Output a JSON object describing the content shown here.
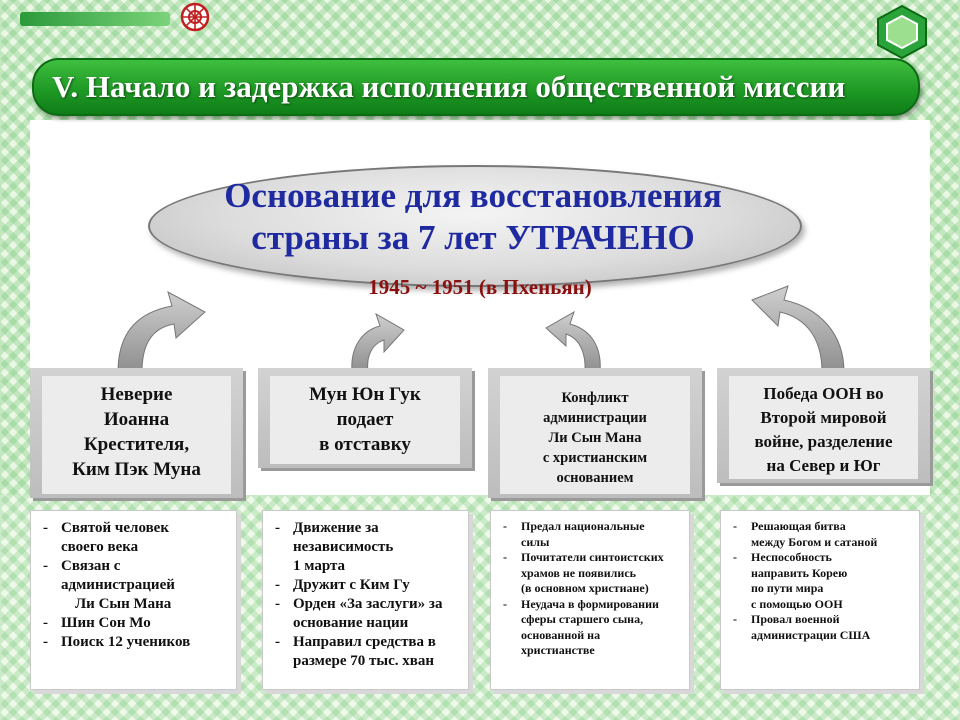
{
  "header": {
    "title": "V. Начало и задержка исполнения общественной миссии"
  },
  "main": {
    "line1": "Основание для восстановления",
    "line2": "страны за 7 лет УТРАЧЕНО",
    "years": "1945 ~ 1951 (в Пхеньян)"
  },
  "causes": [
    {
      "lines": [
        "Неверие",
        "Иоанна",
        "Крестителя,",
        "Ким Пэк Муна"
      ]
    },
    {
      "lines": [
        "Мун Юн Гук",
        "подает",
        "в отставку"
      ]
    },
    {
      "lines": [
        "Конфликт",
        "администрации",
        "Ли Сын Мана",
        "с христианским",
        "основанием"
      ]
    },
    {
      "lines": [
        "Победа ООН во",
        "Второй мировой",
        "войне, разделение",
        "на Север  и Юг"
      ]
    }
  ],
  "details": [
    {
      "items": [
        [
          "Святой человек",
          "своего века"
        ],
        [
          "Связан с",
          "администрацией",
          "Ли Сын Мана"
        ],
        [
          "Шин Сон Мо"
        ],
        [
          "Поиск 12 учеников"
        ]
      ]
    },
    {
      "items": [
        [
          "Движение за",
          "независимость",
          "1 марта"
        ],
        [
          "Дружит с Ким Гу"
        ],
        [
          "Орден «За заслуги» за",
          "основание нации"
        ],
        [
          "Направил средства в",
          "размере 70 тыс. хван"
        ]
      ]
    },
    {
      "items": [
        [
          "Предал национальные",
          "силы"
        ],
        [
          "Почитатели синтоистских",
          "храмов не появились",
          "(в основном христиане)"
        ],
        [
          "Неудача в формировании",
          "сферы старшего сына,",
          "основанной на",
          "христианстве"
        ]
      ]
    },
    {
      "items": [
        [
          "Решающая битва",
          "между Богом и сатаной"
        ],
        [
          "Неспособность",
          "направить Корею",
          "по пути мира",
          "с помощью ООН"
        ],
        [
          "Провал военной",
          "администрации США"
        ]
      ]
    }
  ],
  "colors": {
    "title_green": "#1f9a25",
    "main_text": "#1f2aa0",
    "years_text": "#8a1010"
  }
}
